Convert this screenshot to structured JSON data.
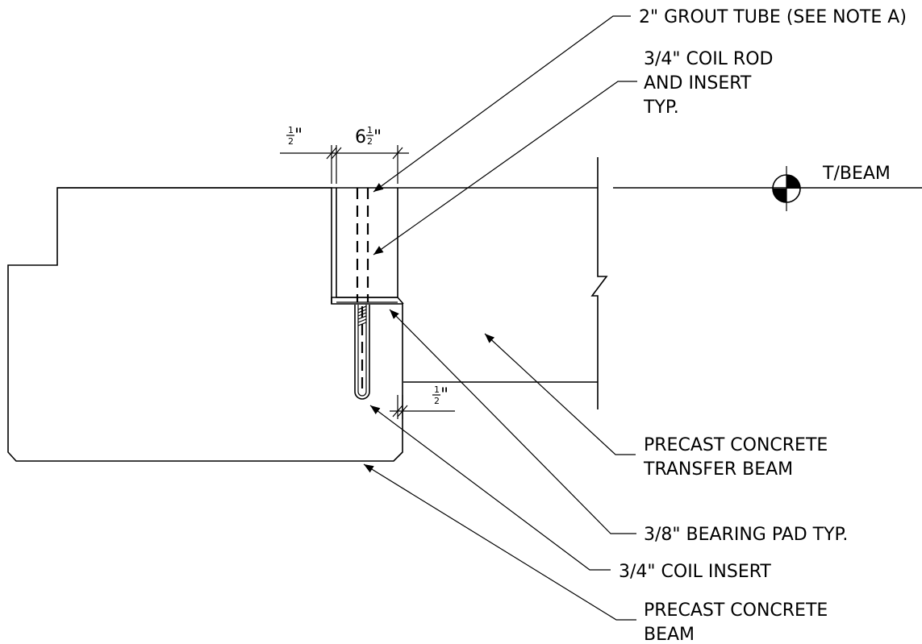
{
  "labels": {
    "grout_tube": "2\" GROUT TUBE (SEE NOTE A)",
    "coil_rod": [
      "3/4\" COIL ROD",
      "AND INSERT",
      "TYP."
    ],
    "transfer_beam": [
      "PRECAST CONCRETE",
      "TRANSFER BEAM"
    ],
    "bearing_pad": "3/8\" BEARING PAD TYP.",
    "coil_insert": "3/4\" COIL INSERT",
    "beam": [
      "PRECAST CONCRETE",
      "BEAM"
    ],
    "elevation": "T/BEAM"
  },
  "dimensions": {
    "gap_top": {
      "num": "1",
      "den": "2",
      "unit": "\""
    },
    "width_top": {
      "whole": "6",
      "num": "1",
      "den": "2",
      "unit": "\""
    },
    "gap_bottom": {
      "num": "1",
      "den": "2",
      "unit": "\""
    }
  }
}
